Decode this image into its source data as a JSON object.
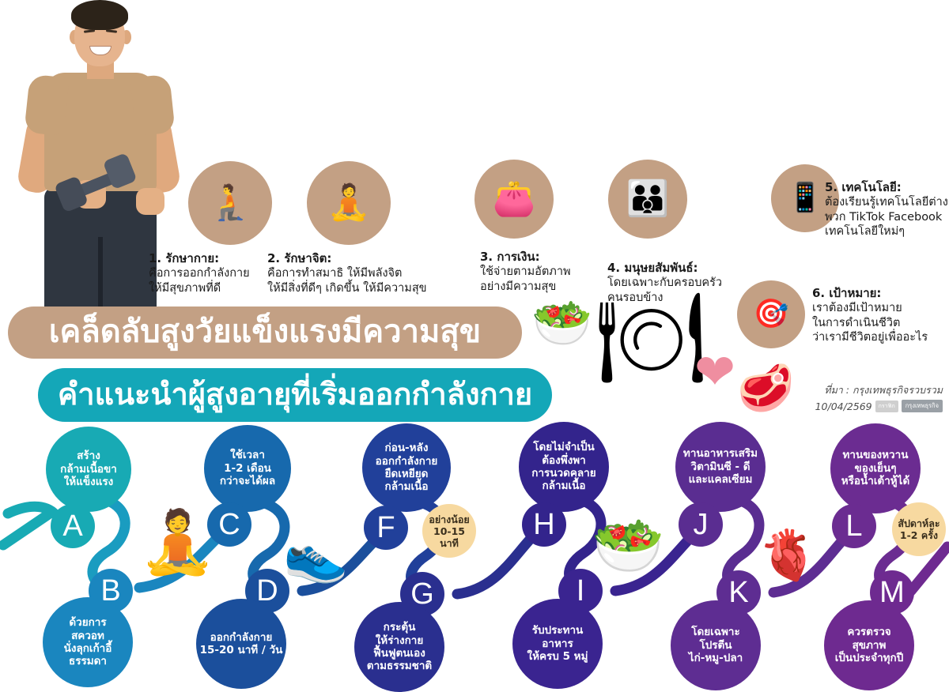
{
  "banners": {
    "main_title": "เคล็ดลับสูงวัยแข็งแรงมีความสุข",
    "sub_title": "คำแนะนำผู้สูงอายุที่เริ่มออกกำลังกาย"
  },
  "source": {
    "label": "ที่มา : กรุงเทพธุรกิจรวบรวม",
    "date": "10/04/2569",
    "chip1": "กราฟิก",
    "chip2": "กรุงเทพธุรกิจ"
  },
  "hero": {
    "alt": "senior-man-with-dumbbell-photo"
  },
  "tips": [
    {
      "number": "1.",
      "title": "รักษากาย:",
      "lines": [
        "คือการออกกำลังกาย",
        "ให้มีสุขภาพที่ดี"
      ],
      "icon": "yoga-forward-bend-icon",
      "glyph": "🧎"
    },
    {
      "number": "2.",
      "title": "รักษาจิต:",
      "lines": [
        "คือการทำสมาธิ ให้มีพลังจิต",
        "ให้มีสิ่งที่ดีๆ เกิดขึ้น ให้มีความสุข"
      ],
      "icon": "meditation-icon",
      "glyph": "🧘"
    },
    {
      "number": "3.",
      "title": "การเงิน:",
      "lines": [
        "ใช้จ่ายตามอัตภาพ",
        "อย่างมีความสุข"
      ],
      "icon": "wallet-coins-icon",
      "glyph": "👛"
    },
    {
      "number": "4.",
      "title": "มนุษยสัมพันธ์:",
      "lines": [
        "โดยเฉพาะกับครอบครัว",
        "คนรอบข้าง"
      ],
      "icon": "people-group-icon",
      "glyph": "👪"
    },
    {
      "number": "5.",
      "title": "เทคโนโลยี:",
      "lines": [
        "ต้องเรียนรู้เทคโนโลยีต่างๆ",
        "พวก TikTok Facebook",
        "เทคโนโลยีใหม่ๆ"
      ],
      "icon": "smartphone-chat-icon",
      "glyph": "📱"
    },
    {
      "number": "6.",
      "title": "เป้าหมาย:",
      "lines": [
        "เราต้องมีเป้าหมาย",
        "ในการดำเนินชีวิต",
        "ว่าเรามีชีวิตอยู่เพื่ออะไร"
      ],
      "icon": "target-dart-icon",
      "glyph": "🎯"
    }
  ],
  "flow": {
    "nodes": [
      {
        "letter": "A",
        "color": "#18aab4",
        "lines": [
          "สร้าง",
          "กล้ามเนื้อขา",
          "ให้แข็งแรง"
        ]
      },
      {
        "letter": "B",
        "color": "#1a86bf",
        "lines": [
          "ด้วยการ",
          "สควอท",
          "นั่งลุกเก้าอี้",
          "ธรรมดา"
        ]
      },
      {
        "letter": "C",
        "color": "#1769ad",
        "lines": [
          "ใช้เวลา",
          "1-2 เดือน",
          "กว่าจะได้ผล"
        ]
      },
      {
        "letter": "D",
        "color": "#1b4f9c",
        "lines": [
          "ออกกำลังกาย",
          "15-20 นาที / วัน"
        ]
      },
      {
        "letter": "F",
        "color": "#21409a",
        "lines": [
          "ก่อน-หลัง",
          "ออกกำลังกาย",
          "ยืดเหยียด",
          "กล้ามเนื้อ"
        ]
      },
      {
        "letter": "G",
        "color": "#2a2f8f",
        "lines": [
          "กระตุ้น",
          "ให้ร่างกาย",
          "ฟื้นฟูตนเอง",
          "ตามธรรมชาติ"
        ]
      },
      {
        "letter": "H",
        "color": "#33248c",
        "lines": [
          "โดยไม่จำเป็น",
          "ต้องพึ่งพา",
          "การนวดคลาย",
          "กล้ามเนื้อ"
        ]
      },
      {
        "letter": "I",
        "color": "#3a2490",
        "lines": [
          "รับประทาน",
          "อาหาร",
          "ให้ครบ 5 หมู่"
        ]
      },
      {
        "letter": "J",
        "color": "#5a2d91",
        "lines": [
          "ทานอาหารเสริม",
          "วิตามินซี - ดี",
          "และแคลเซียม"
        ]
      },
      {
        "letter": "K",
        "color": "#5e2d92",
        "lines": [
          "โดยเฉพาะ",
          "โปรตีน",
          "ไก่-หมู-ปลา"
        ]
      },
      {
        "letter": "L",
        "color": "#6b2c91",
        "lines": [
          "ทานของหวาน",
          "ของเย็นๆ",
          "หรือน้ำเต้าหู้ได้"
        ]
      },
      {
        "letter": "M",
        "color": "#6e2a90",
        "lines": [
          "ควรตรวจ",
          "สุขภาพ",
          "เป็นประจำทุกปี"
        ]
      }
    ],
    "badges": [
      {
        "name": "stretch-duration-badge",
        "lines": [
          "อย่างน้อย",
          "10-15 นาที"
        ]
      },
      {
        "name": "sweets-frequency-badge",
        "lines": [
          "สัปดาห์ละ",
          "1-2 ครั้ง"
        ]
      }
    ],
    "illustrations": [
      {
        "name": "yoga-tree-pose-illustration",
        "glyph": "🧘"
      },
      {
        "name": "sneakers-dumbbell-illustration",
        "glyph": "👟"
      },
      {
        "name": "fruit-veg-bowl-illustration",
        "glyph": "🥗"
      },
      {
        "name": "heart-pulse-illustration",
        "glyph": "🫀"
      }
    ]
  },
  "center_illustrations": [
    {
      "name": "veggie-bowl-illustration",
      "glyph": "🥗"
    },
    {
      "name": "balanced-meal-plate-illustration",
      "glyph": "🍽"
    },
    {
      "name": "pink-heart-illustration",
      "glyph": "❤"
    },
    {
      "name": "meat-steak-illustration",
      "glyph": "🥩"
    }
  ],
  "colors": {
    "tan": "#c3a084",
    "teal": "#14a7b8",
    "purple": "#6b2c91",
    "badge": "#f7d9a0"
  }
}
